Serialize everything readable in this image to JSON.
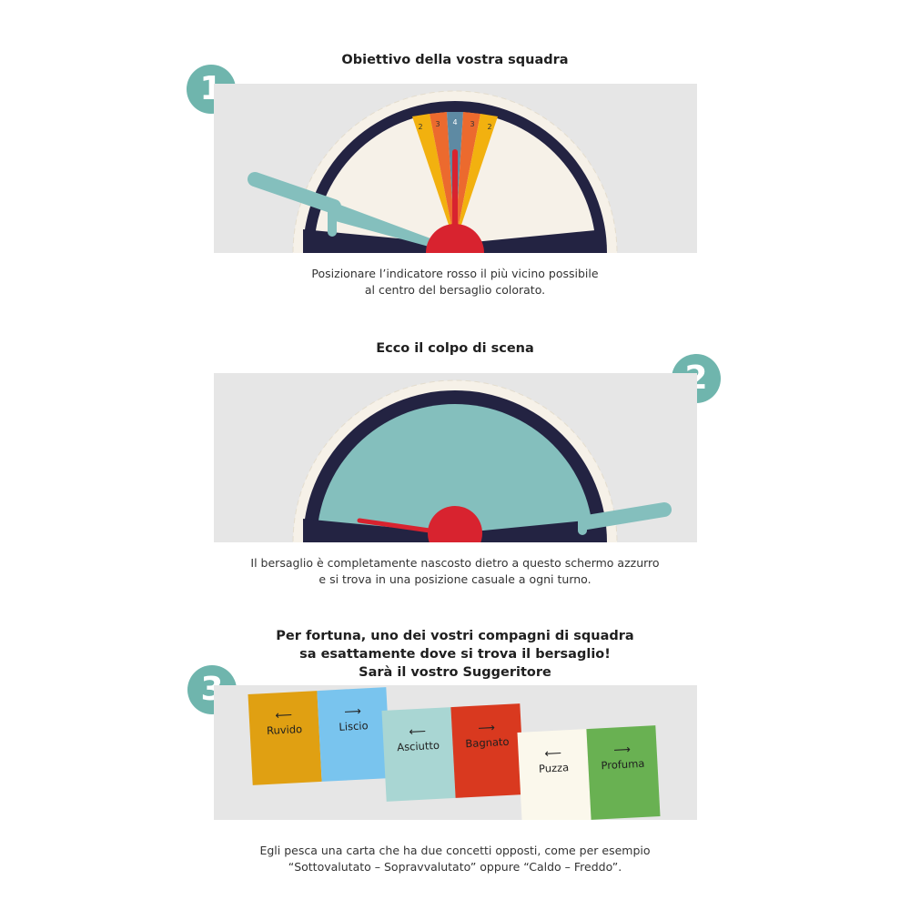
{
  "sections": [
    {
      "number": "1",
      "title": "Obiettivo della vostra squadra",
      "caption_lines": [
        "Posizionare l’indicatore rosso il più vicino possibile",
        "al centro del bersaglio colorato."
      ],
      "target_scores": [
        "2",
        "3",
        "4",
        "3",
        "2"
      ]
    },
    {
      "number": "2",
      "title": "Ecco il colpo di scena",
      "caption_lines": [
        "Il bersaglio è completamente nascosto dietro a questo schermo azzurro",
        "e si trova in una posizione casuale a ogni turno."
      ]
    },
    {
      "number": "3",
      "title_lines": [
        "Per fortuna, uno dei vostri compagni di squadra",
        "sa esattamente dove si trova il bersaglio!",
        "Sarà il vostro Suggeritore"
      ],
      "caption_lines": [
        "Egli pesca una carta che ha due concetti opposti, come per esempio",
        "“Sottovalutato – Sopravvalutato” oppure “Caldo – Freddo”."
      ],
      "cards": [
        {
          "left_word": "Ruvido",
          "right_word": "Liscio",
          "left_arrow": "⟵",
          "right_arrow": "⟶",
          "left_color": "#e0a012",
          "right_color": "#79c4ee"
        },
        {
          "left_word": "Asciutto",
          "right_word": "Bagnato",
          "left_arrow": "⟵",
          "right_arrow": "⟶",
          "left_color": "#a9d6d3",
          "right_color": "#d9391f"
        },
        {
          "left_word": "Puzza",
          "right_word": "Profuma",
          "left_arrow": "⟵",
          "right_arrow": "⟶",
          "left_color": "#fbf8ec",
          "right_color": "#69b152"
        }
      ]
    }
  ],
  "colors": {
    "teal": "#6fb5ad",
    "panel_bg": "#e6e6e6",
    "dial_dark": "#232342",
    "dial_face": "#f6f1e8",
    "screen": "#84bfbd",
    "pointer_red": "#d8232f",
    "target_yellow": "#f2b10f",
    "target_orange": "#ec6a2e",
    "target_blue": "#5e8aa3"
  }
}
